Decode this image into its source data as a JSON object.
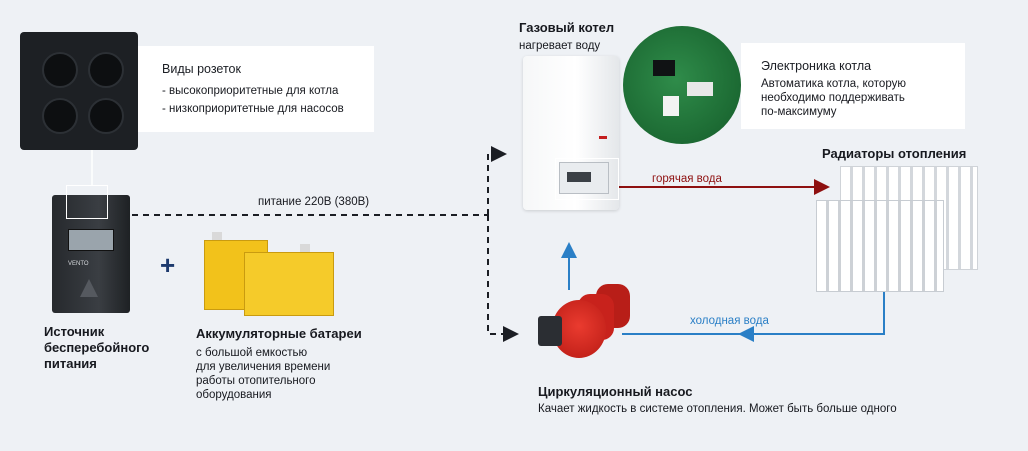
{
  "sockets": {
    "title": "Виды розеток",
    "lines": [
      "- высокоприоритетные для котла",
      "- низкоприоритетные для насосов"
    ]
  },
  "ups": {
    "title_lines": [
      "Источник",
      "бесперебойного",
      "питания"
    ],
    "brand": "VENTO"
  },
  "plus": "+",
  "power_label": "питание 220В (380В)",
  "batteries": {
    "title": "Аккумуляторные батареи",
    "lines": [
      "с большой емкостью",
      "для увеличения времени",
      "работы отопительного",
      "оборудования"
    ]
  },
  "boiler": {
    "title": "Газовый котел",
    "subtitle": "нагревает воду"
  },
  "electronics": {
    "title": "Электроника котла",
    "lines": [
      "Автоматика котла, которую",
      "необходимо поддерживать",
      "по-максимуму"
    ]
  },
  "radiators": {
    "title": "Радиаторы отопления"
  },
  "hot_water": "горячая вода",
  "cold_water": "холодная вода",
  "pump": {
    "title": "Циркуляционный насос",
    "subtitle": "Качает жидкость в системе отопления. Может быть больше одного"
  },
  "colors": {
    "hot": "#8e1010",
    "cold": "#2a7fc6",
    "wire": "#1b1e24",
    "battery": "#f2c21b",
    "pump": "#c8221c"
  }
}
